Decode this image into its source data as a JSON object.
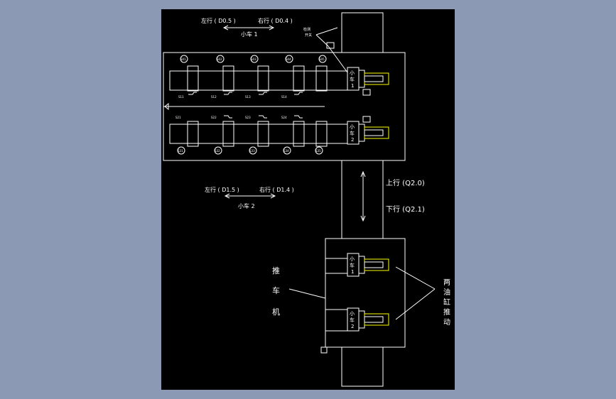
{
  "colors": {
    "viewport_bg": "#8b99b5",
    "drawing_bg": "#000000",
    "line": "#ffffff",
    "cylinder_accent": "#ffff00"
  },
  "labels": {
    "car1_left": "左行 ( D0.5 )",
    "car1_right": "右行 ( D0.4 )",
    "car1_name": "小车 1",
    "car2_left": "左行 ( D1.5 )",
    "car2_right": "右行 ( D1.4 )",
    "car2_name": "小车 2",
    "up": "上行 (Q2.0)",
    "down": "下行 (Q2.1)",
    "pusher": [
      "推",
      "车",
      "机"
    ],
    "two_cylinders": [
      "两",
      "油",
      "缸",
      "推",
      "动"
    ],
    "car_box_top": [
      "小",
      "车",
      "1"
    ],
    "car_box_bottom": [
      "小",
      "车",
      "2"
    ],
    "sensor_note": [
      "检测",
      "开关"
    ]
  },
  "station_labels": {
    "top_row": [
      "S01",
      "S02",
      "S03",
      "S04",
      "S05"
    ],
    "row_upper_bottom": [
      "S11",
      "S12",
      "S13",
      "S14"
    ],
    "row_lower_top": [
      "S21",
      "S22",
      "S23",
      "S24"
    ],
    "bottom_row": [
      "S31",
      "S32",
      "S33",
      "S34",
      "S35"
    ]
  }
}
